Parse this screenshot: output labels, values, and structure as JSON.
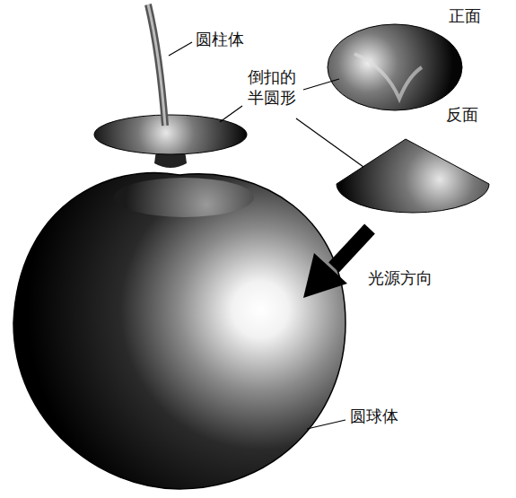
{
  "diagram": {
    "labels": [
      "圆柱体",
      "正面",
      "倒扣的 半圆形",
      "反面",
      "光源方向",
      "圆球体"
    ]
  }
}
